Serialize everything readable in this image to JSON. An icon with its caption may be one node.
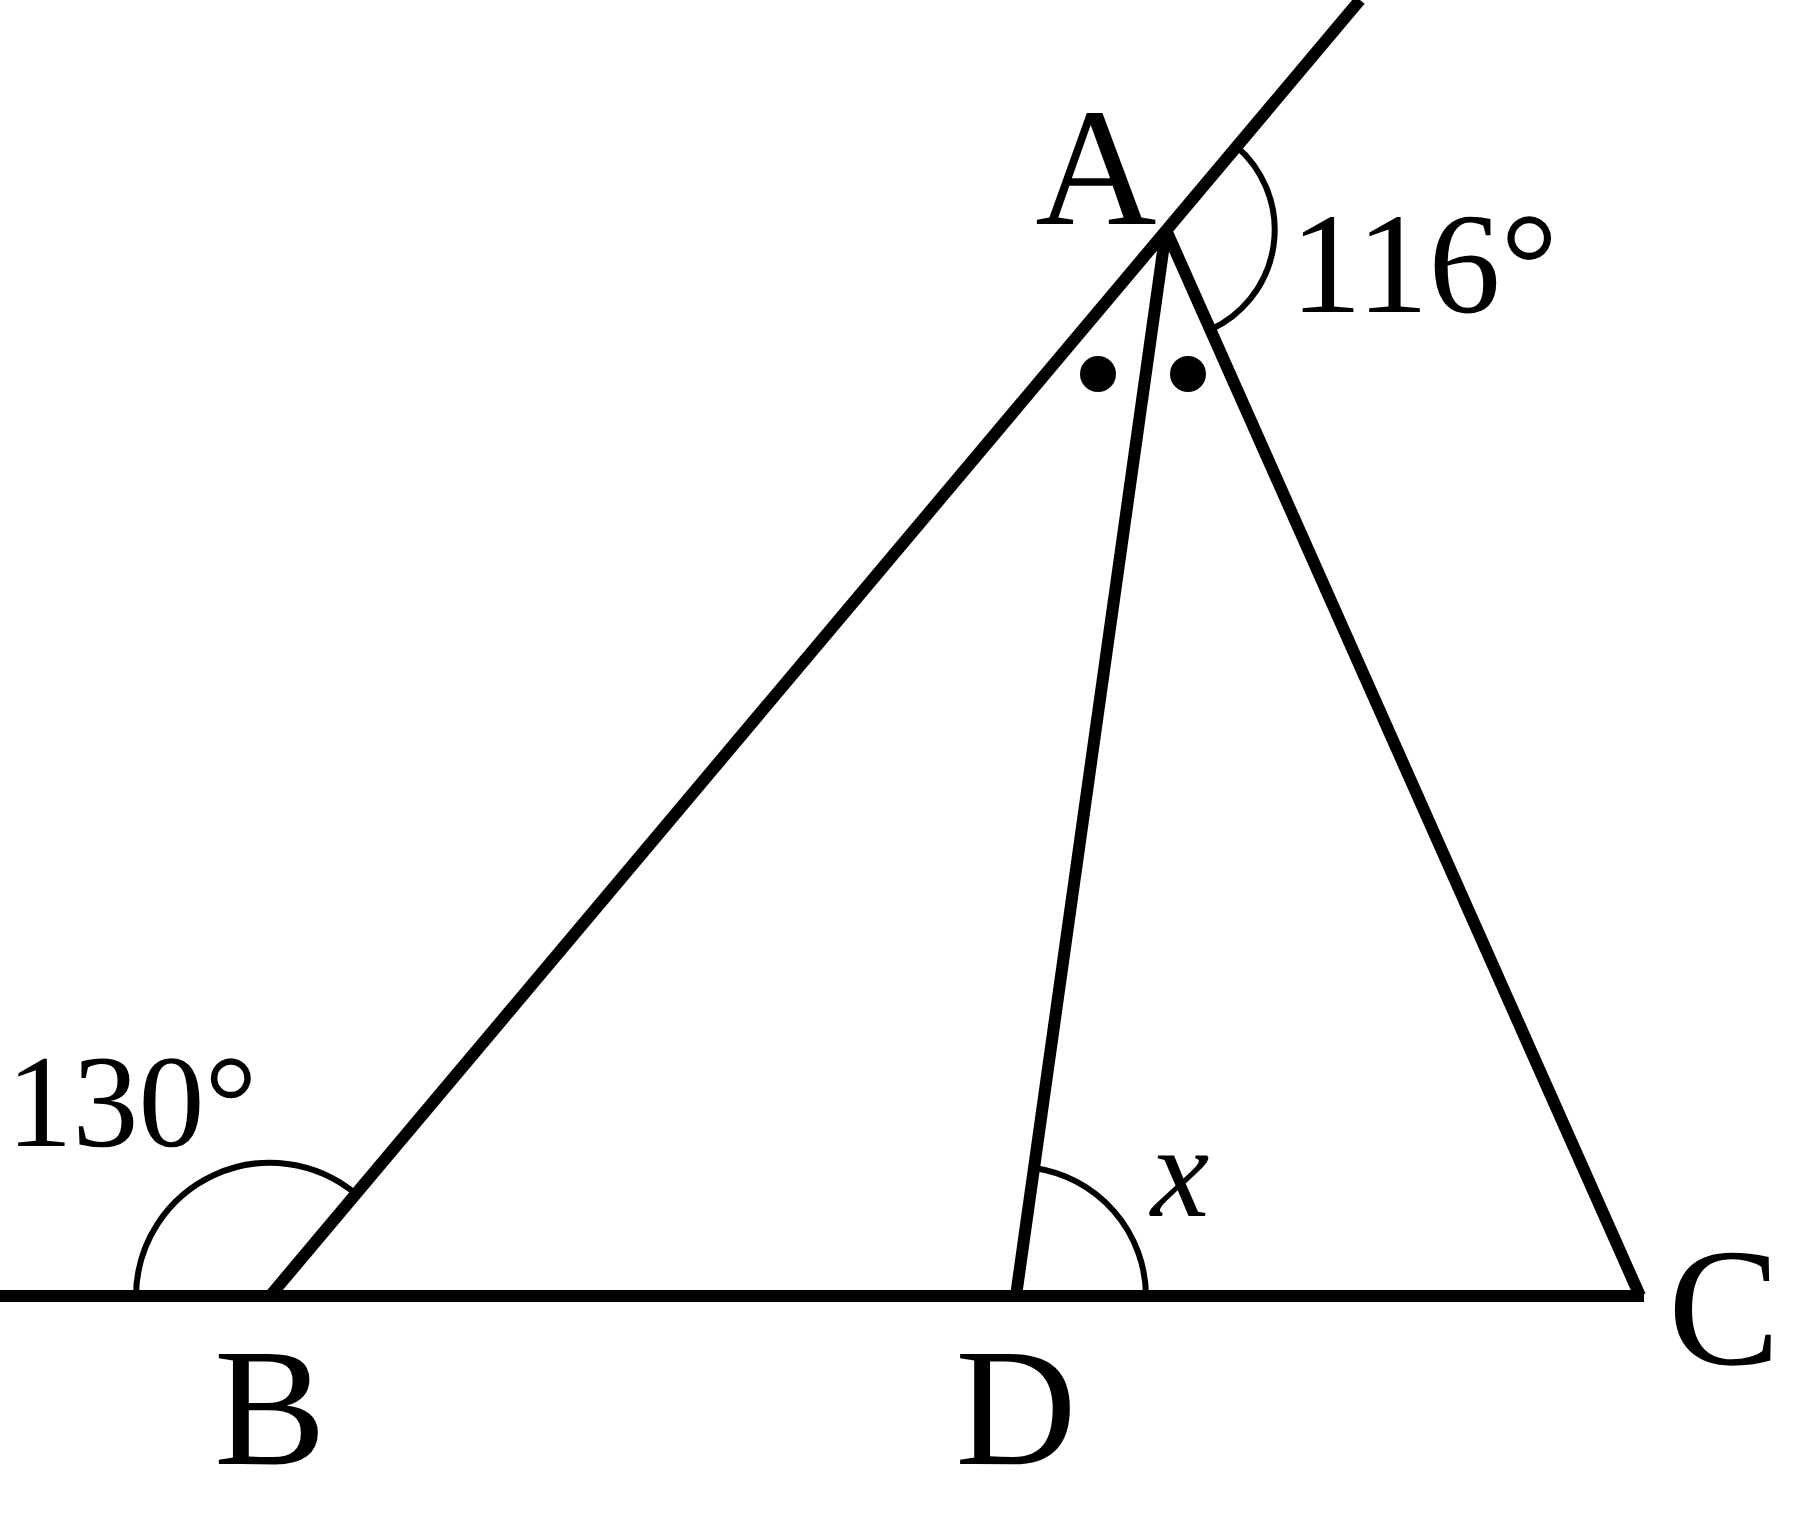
{
  "diagram": {
    "labels": [
      "A",
      "116°",
      "130°",
      "x",
      "B",
      "D",
      "C"
    ]
  }
}
